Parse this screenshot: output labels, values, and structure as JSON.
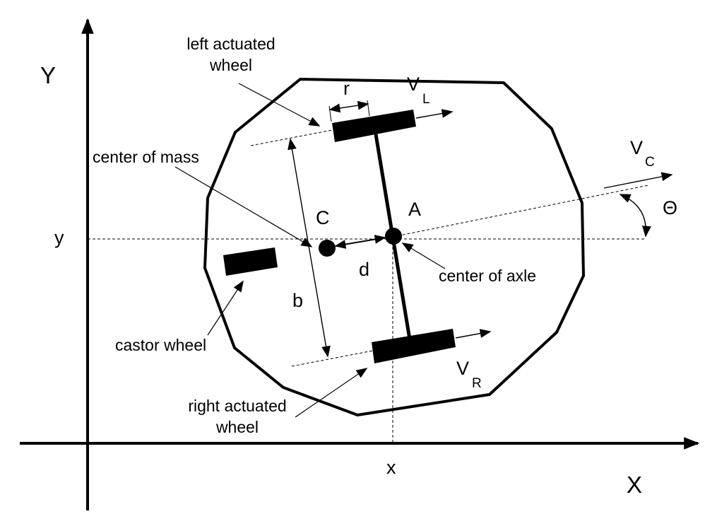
{
  "labels": {
    "y_axis": "Y",
    "x_axis": "X",
    "y_coord": "y",
    "x_coord": "x",
    "left_wheel_line1": "left actuated",
    "left_wheel_line2": "wheel",
    "right_wheel_line1": "right actuated",
    "right_wheel_line2": "wheel",
    "center_of_mass": "center of mass",
    "center_of_axle": "center of axle",
    "castor_wheel": "castor wheel",
    "point_c": "C",
    "point_a": "A",
    "dim_r": "r",
    "dim_b": "b",
    "dim_d": "d",
    "theta": "Θ",
    "v_left": "V",
    "v_left_sub": "L",
    "v_right": "V",
    "v_right_sub": "R",
    "v_center": "V",
    "v_center_sub": "C"
  },
  "colors": {
    "stroke": "#000000",
    "background": "#ffffff"
  }
}
